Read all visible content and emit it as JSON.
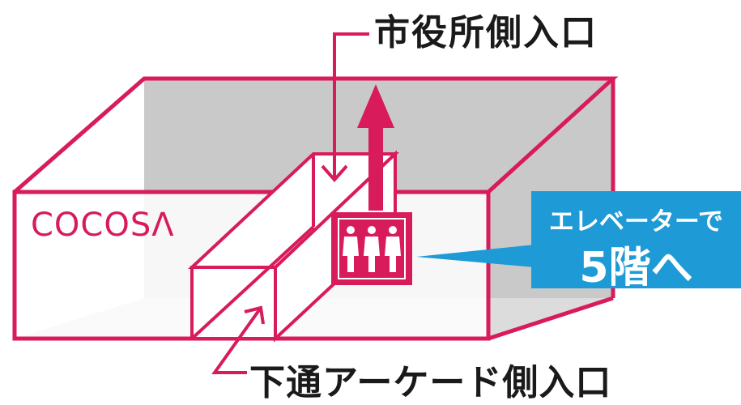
{
  "labels": {
    "city_hall_entrance": "市役所側入口",
    "arcade_entrance": "下通アーケード側入口",
    "store_name": "COCOSΛ"
  },
  "callout": {
    "line1": "エレベーターで",
    "line2": "5階へ"
  },
  "colors": {
    "accent": "#d81b5a",
    "callout": "#1e9ad6",
    "shade": "#c9c9c9",
    "floor": "#dcdcdc"
  },
  "icons": [
    "elevator-icon",
    "person-icon",
    "up-arrow-icon",
    "down-arrow-icon"
  ]
}
